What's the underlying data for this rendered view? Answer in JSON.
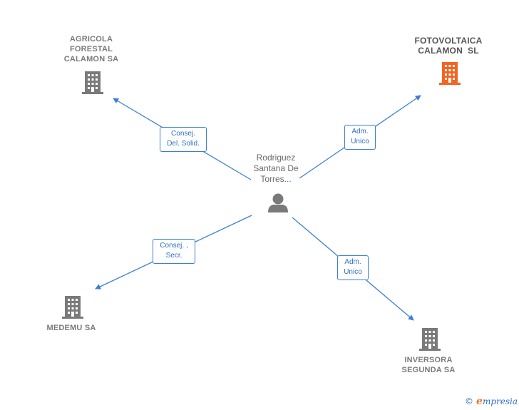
{
  "center": {
    "name": "Rodriguez Santana De Torres...",
    "lines": [
      "Rodriguez",
      "Santana De",
      "Torres..."
    ]
  },
  "companies": [
    {
      "id": "agricola",
      "lines": [
        "AGRICOLA",
        "FORESTAL",
        "CALAMON SA"
      ],
      "highlight": false
    },
    {
      "id": "fotovoltaica",
      "lines": [
        "FOTOVOLTAICA",
        "CALAMON  SL"
      ],
      "highlight": true
    },
    {
      "id": "medemu",
      "lines": [
        "MEDEMU SA"
      ],
      "highlight": false
    },
    {
      "id": "inversora",
      "lines": [
        "INVERSORA",
        "SEGUNDA SA"
      ],
      "highlight": false
    }
  ],
  "relations": [
    {
      "target": "agricola",
      "lines": [
        "Consej.",
        "Del. Solid."
      ]
    },
    {
      "target": "fotovoltaica",
      "lines": [
        "Adm.",
        "Unico"
      ]
    },
    {
      "target": "medemu",
      "lines": [
        "Consej. ,",
        "Secr."
      ]
    },
    {
      "target": "inversora",
      "lines": [
        "Adm.",
        "Unico"
      ]
    }
  ],
  "colors": {
    "edge": "#3a7fd5",
    "building": "#7a7a7a",
    "building_highlight": "#f26522",
    "person": "#7a7a7a"
  },
  "footer": {
    "copyright": "©",
    "brand_initial": "e",
    "brand_rest": "mpresia"
  }
}
